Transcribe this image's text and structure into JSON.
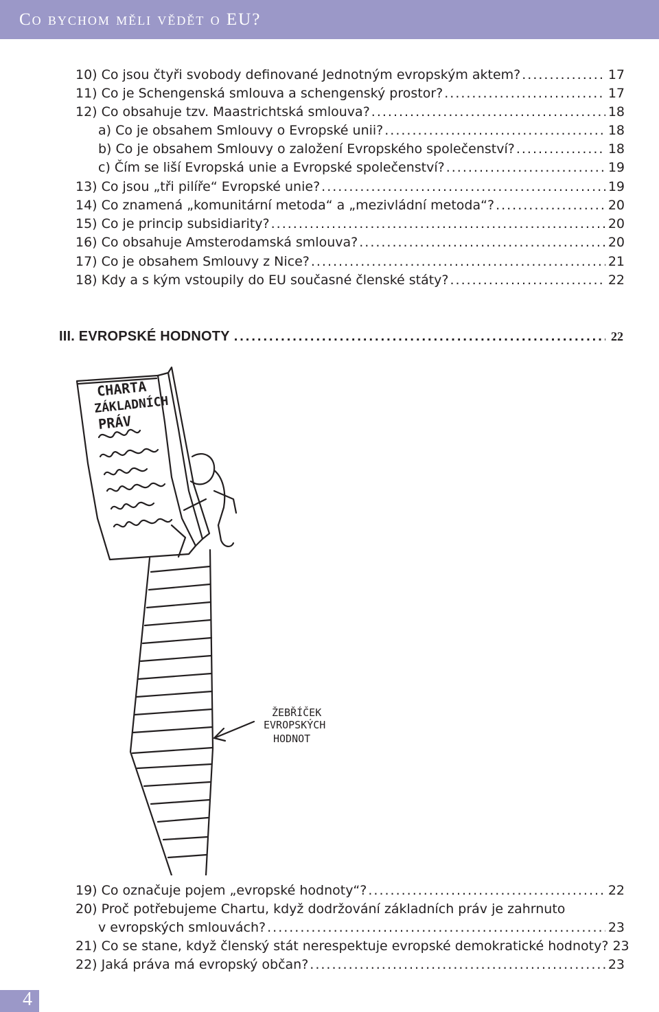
{
  "header": {
    "title": "Co bychom měli vědět o EU?"
  },
  "toc_top": [
    {
      "text": "10) Co jsou čtyři svobody definované Jednotným evropským aktem?",
      "page": "17",
      "sub": false
    },
    {
      "text": "11) Co je Schengenská smlouva a schengenský prostor?",
      "page": "17",
      "sub": false
    },
    {
      "text": "12) Co obsahuje tzv. Maastrichtská smlouva?",
      "page": "18",
      "sub": false
    },
    {
      "text": "a) Co je obsahem Smlouvy o Evropské unii?",
      "page": "18",
      "sub": true
    },
    {
      "text": "b) Co je obsahem Smlouvy o založení Evropského společenství?",
      "page": "18",
      "sub": true
    },
    {
      "text": "c) Čím se liší Evropská unie a Evropské společenství?",
      "page": "19",
      "sub": true
    },
    {
      "text": "13) Co jsou „tři pilíře“ Evropské unie?",
      "page": "19",
      "sub": false
    },
    {
      "text": "14) Co znamená „komunitární metoda“ a „mezivládní metoda“?",
      "page": "20",
      "sub": false
    },
    {
      "text": "15) Co je princip subsidiarity?",
      "page": "20",
      "sub": false
    },
    {
      "text": "16) Co obsahuje Amsterodamská smlouva?",
      "page": "20",
      "sub": false
    },
    {
      "text": "17) Co je obsahem Smlouvy z Nice?",
      "page": "21",
      "sub": false
    },
    {
      "text": "18) Kdy a s kým vstoupily do EU současné členské státy?",
      "page": "22",
      "sub": false
    }
  ],
  "section": {
    "title": "III. EVROPSKÉ HODNOTY",
    "page": "22"
  },
  "illustration": {
    "charter_text_line1": "CHARTA",
    "charter_text_line2": "ZÁKLADNÍCH",
    "charter_text_line3": "PRÁV",
    "ladder_label_line1": "ŽEBŘÍČEK",
    "ladder_label_line2": "EVROPSKÝCH",
    "ladder_label_line3": "HODNOT"
  },
  "toc_bottom": {
    "q19_text": "19) Co označuje pojem „evropské hodnoty“?",
    "q19_page": "22",
    "q20_line1": "20) Proč potřebujeme Chartu, když dodržování základních práv je zahrnuto",
    "q20_line2": "v evropských smlouvách?",
    "q20_page": "23",
    "q21_text": "21) Co se stane, když členský stát nerespektuje evropské demokratické hodnoty?",
    "q21_page": "23",
    "q22_text": "22) Jaká práva má evropský občan?",
    "q22_page": "23"
  },
  "page_number": "4"
}
